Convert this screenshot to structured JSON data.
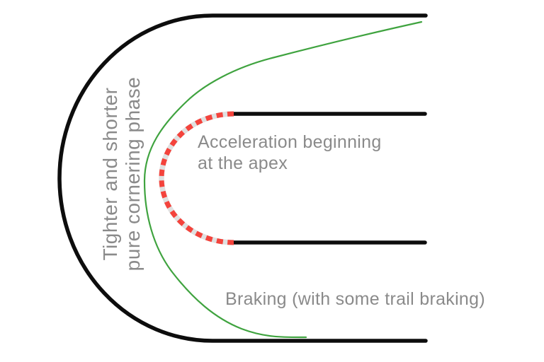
{
  "diagram": {
    "labels": {
      "cornering_phase": {
        "line1": "Tighter and shorter",
        "line2": "pure cornering phase"
      },
      "acceleration": {
        "line1": "Acceleration beginning",
        "line2": "at the apex"
      },
      "braking": "Braking (with some trail braking)"
    },
    "colors": {
      "track": "#0d0d0d",
      "racing_line": "#3fa33f",
      "cornering_dash": "#f4433c",
      "cornering_base": "#e0e0e0",
      "label_text": "#8a8a8a",
      "background": "#ffffff"
    }
  }
}
